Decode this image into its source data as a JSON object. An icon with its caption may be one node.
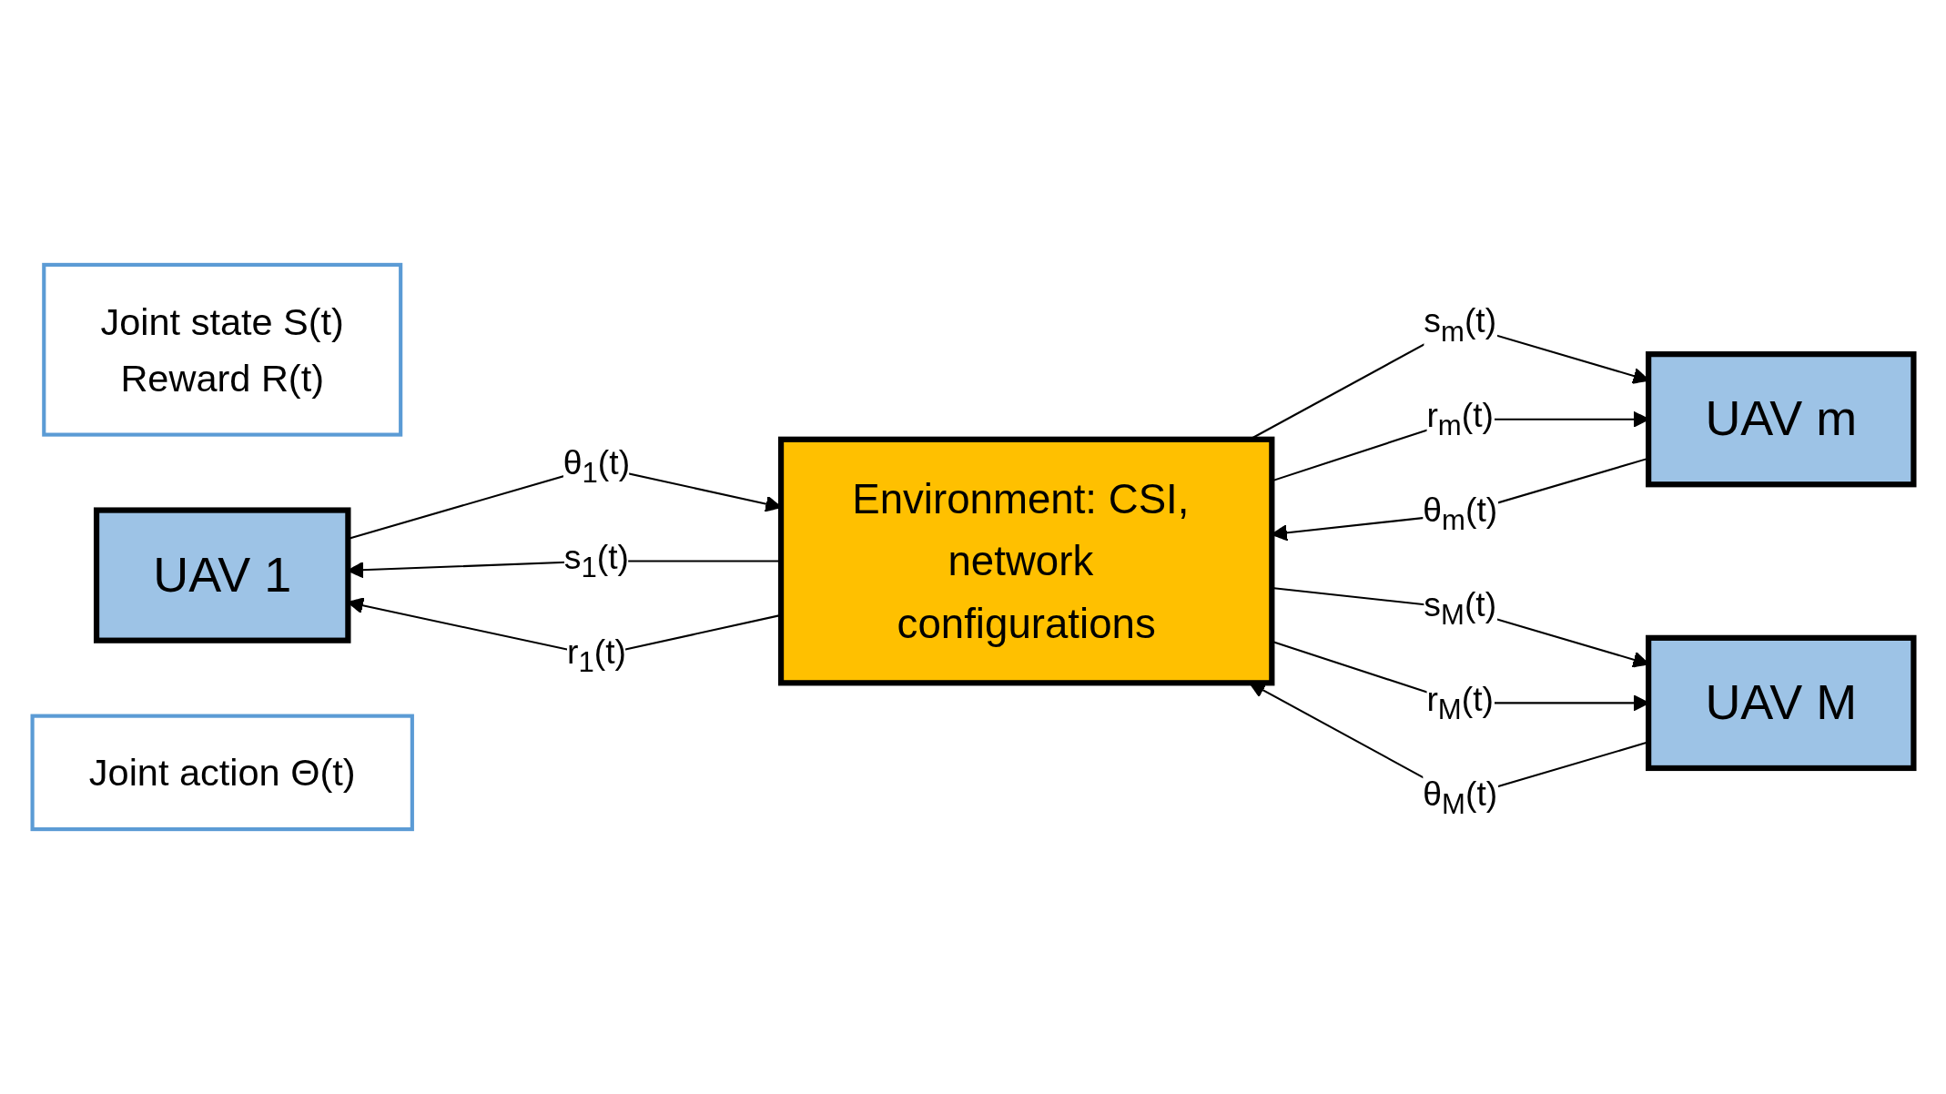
{
  "diagram": {
    "nodes": [
      {
        "text": [
          "Joint state S(t)",
          "Reward R(t)"
        ]
      },
      {
        "text": [
          "UAV 1"
        ]
      },
      {
        "text": [
          "UAV m"
        ]
      },
      {
        "text": [
          "Joint action Θ(t)"
        ]
      },
      {
        "text": [
          "Environment: CSI, network configurations"
        ]
      },
      {
        "text": [
          "UAV M"
        ]
      }
    ],
    "edges": [
      {
        "from": 4,
        "to": 1,
        "arrow": "to",
        "label": "s$_{1}$(t)"
      },
      {
        "from": 4,
        "to": 1,
        "arrow": "to",
        "label": "r$_{1}$(t)"
      },
      {
        "from": 4,
        "to": 2,
        "arrow": "to",
        "label": "s$_{m}$(t)"
      },
      {
        "from": 4,
        "to": 2,
        "arrow": "to",
        "label": "r$_{m}$(t)"
      },
      {
        "from": 4,
        "to": 5,
        "arrow": "to",
        "label": "s$_{M}$(t)"
      },
      {
        "from": 4,
        "to": 5,
        "arrow": "to",
        "label": "r$_{M}$(t)"
      },
      {
        "from": 1,
        "to": 4,
        "arrow": "to",
        "label": "θ$_{1}$(t)"
      },
      {
        "from": 2,
        "to": 4,
        "arrow": "to",
        "label": "θ$_{m}$(t)"
      },
      {
        "from": 5,
        "to": 4,
        "arrow": "to",
        "label": "θ$_{M}$(t)"
      }
    ]
  }
}
